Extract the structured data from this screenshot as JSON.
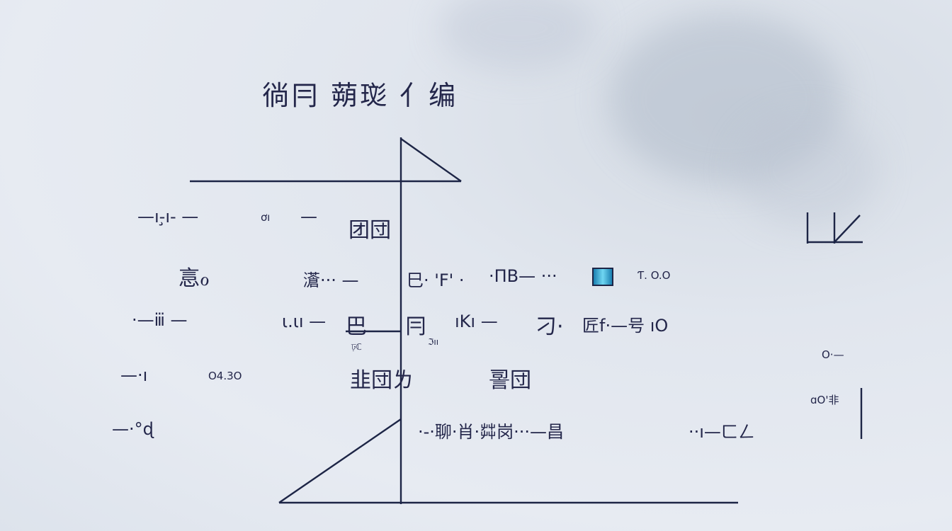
{
  "title": "徜冃 蒴珳 亻编",
  "labels": {
    "r1_a": "—ı-̧ı- —",
    "r1_b": "ơı",
    "r1_c": "—",
    "r1_d": "团団",
    "r2_a": "悥ℴ",
    "r2_b": "濸··· —",
    "r2_c": "巳· 'F' ·",
    "r2_d": "·ПΒ— ···",
    "r2_e": "Ƭ. O.O",
    "r3_a": "·—ⅲ —",
    "r3_b": "ι.ιı —",
    "r3_c": "巴",
    "r3_d": "冃",
    "r3_e": "ıKı —",
    "r3_f": "刁·",
    "r3_g": "匠f·—号 ıO",
    "r3_sub1": "ঢ়ℂ",
    "r3_sub2": "ℑıı",
    "r4_a": "—·ı",
    "r4_b": "O4.3O",
    "r4_c": "韭団ㄌ",
    "r4_d": "䛐団",
    "r5_a": "—·°ɖ",
    "r5_b": "·-·聊·肖·茻岗···—昌",
    "r5_c": "··ı—ㄈㄥ",
    "side_a": "LK",
    "side_b": "O·—",
    "side_c": "ɑO'非"
  },
  "colors": {
    "line": "#1d2546",
    "text": "#23264a",
    "accent_cyan": "#6fd6f2"
  }
}
